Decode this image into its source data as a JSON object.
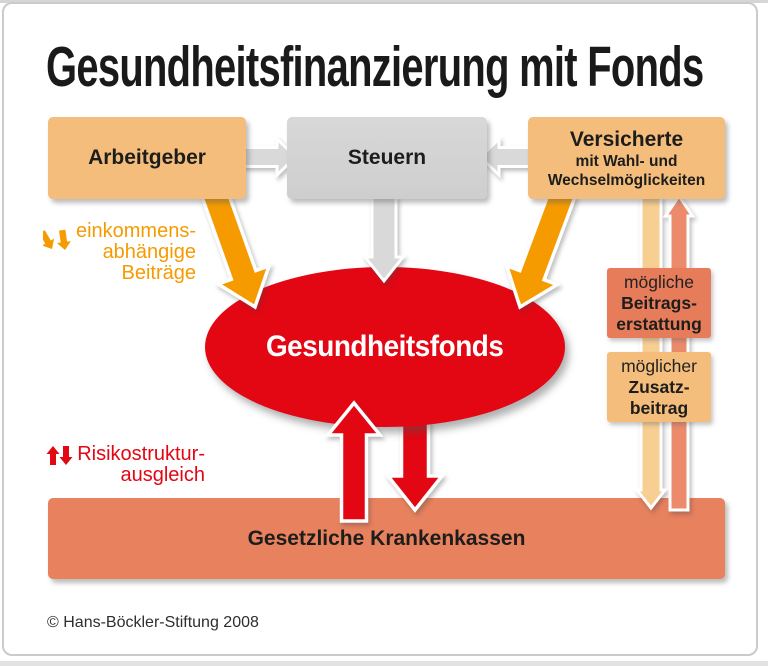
{
  "title": "Gesundheitsfinanzierung mit Fonds",
  "boxes": {
    "arbeitgeber": {
      "label": "Arbeitgeber"
    },
    "steuern": {
      "label": "Steuern"
    },
    "versicherte": {
      "name": "Versicherte",
      "line2": "mit Wahl- und",
      "line3": "Wechselmöglickeiten"
    },
    "beitragserstattung": {
      "line1": "mögliche",
      "line2": "Beitrags-",
      "line3": "erstattung"
    },
    "zusatzbeitrag": {
      "line1": "möglicher",
      "line2": "Zusatz-",
      "line3": "beitrag"
    },
    "krankenkassen": {
      "label": "Gesetzliche Krankenkassen"
    }
  },
  "ellipse": {
    "label": "Gesundheitsfonds"
  },
  "annotations": {
    "einkommen": {
      "line1": "einkommens-",
      "line2": "abhängige",
      "line3": "Beiträge",
      "icon": "double-down-arrows-icon"
    },
    "risiko": {
      "line1": "Risikostruktur-",
      "line2": "ausgleich",
      "icon": "up-down-arrows-icon"
    }
  },
  "footer": {
    "copyright": "© Hans-Böckler-Stiftung 2008"
  },
  "colors": {
    "red": "#e30613",
    "orange": "#f59b00",
    "light_orange_box": "#f5bd7b",
    "gray_box": "#d3d3d4",
    "gray_arrow": "#d9d9d9",
    "salmon_box": "#e77c5b",
    "salmon_bottom_box": "#e8815e",
    "pale_orange_arrow": "#f8cf92",
    "salmon_arrow": "#eb8b6b",
    "white": "#ffffff",
    "title_text": "#1a1a1a",
    "dark_text": "#1d1d1b"
  }
}
